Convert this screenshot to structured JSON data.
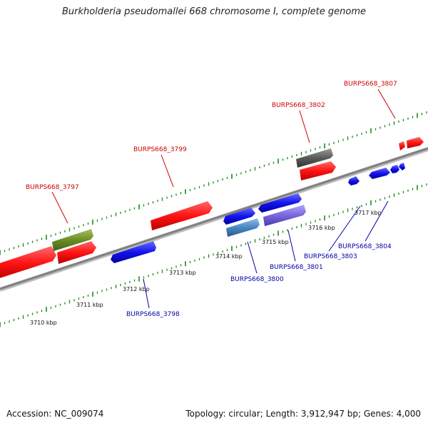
{
  "title": "Burkholderia pseudomallei 668 chromosome I, complete genome",
  "footer": {
    "accession": "Accession: NC_009074",
    "topology": "Topology: circular; Length: 3,912,947 bp; Genes: 4,000"
  },
  "colors": {
    "backbone": "#808080",
    "scale_ticks": "#1a8a1a",
    "forward_gene": "#ff1a1a",
    "reverse_gene": "#1a1aee",
    "forward_label": "#cc0000",
    "reverse_label": "#0000aa",
    "gray_feature": "#5a5a5a",
    "olive_feature": "#6b8e23",
    "steel_feature": "#4a86c0",
    "violet_feature": "#7766dd"
  },
  "scale_labels": [
    "3710 kbp",
    "3711 kbp",
    "3712 kbp",
    "3713 kbp",
    "3714 kbp",
    "3715 kbp",
    "3716 kbp",
    "3717 kbp"
  ],
  "gene_labels": [
    {
      "id": "BURPS668_3797",
      "strand": "forward"
    },
    {
      "id": "BURPS668_3799",
      "strand": "forward"
    },
    {
      "id": "BURPS668_3802",
      "strand": "forward"
    },
    {
      "id": "BURPS668_3807",
      "strand": "forward"
    },
    {
      "id": "BURPS668_3798",
      "strand": "reverse"
    },
    {
      "id": "BURPS668_3800",
      "strand": "reverse"
    },
    {
      "id": "BURPS668_3801",
      "strand": "reverse"
    },
    {
      "id": "BURPS668_3803",
      "strand": "reverse"
    },
    {
      "id": "BURPS668_3804",
      "strand": "reverse"
    }
  ]
}
